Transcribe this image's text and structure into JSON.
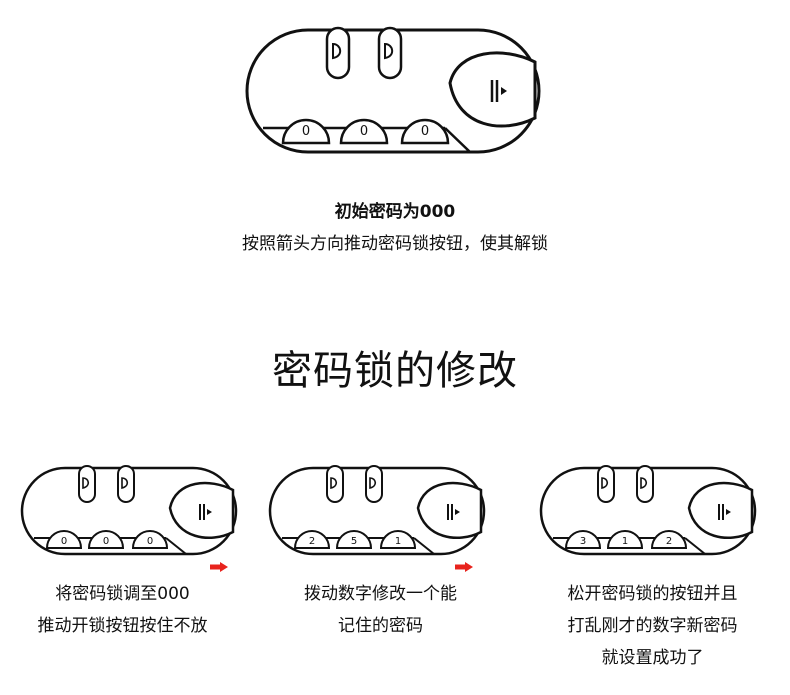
{
  "intro": {
    "title": "初始密码为000",
    "subtitle": "按照箭头方向推动密码锁按钮，使其解锁"
  },
  "section_title": "密码锁的修改",
  "top_lock": {
    "dials": [
      "0",
      "0",
      "0"
    ]
  },
  "steps": [
    {
      "dials": [
        "0",
        "0",
        "0"
      ],
      "lines": [
        "将密码锁调至000",
        "推动开锁按钮按住不放"
      ]
    },
    {
      "dials": [
        "2",
        "5",
        "1"
      ],
      "lines": [
        "拨动数字修改一个能",
        "记住的密码"
      ]
    },
    {
      "dials": [
        "3",
        "1",
        "2"
      ],
      "lines": [
        "松开密码锁的按钮并且",
        "打乱刚才的数字新密码",
        "就设置成功了"
      ]
    }
  ],
  "colors": {
    "stroke": "#111111",
    "arrow": "#e8231d",
    "background": "#ffffff"
  }
}
